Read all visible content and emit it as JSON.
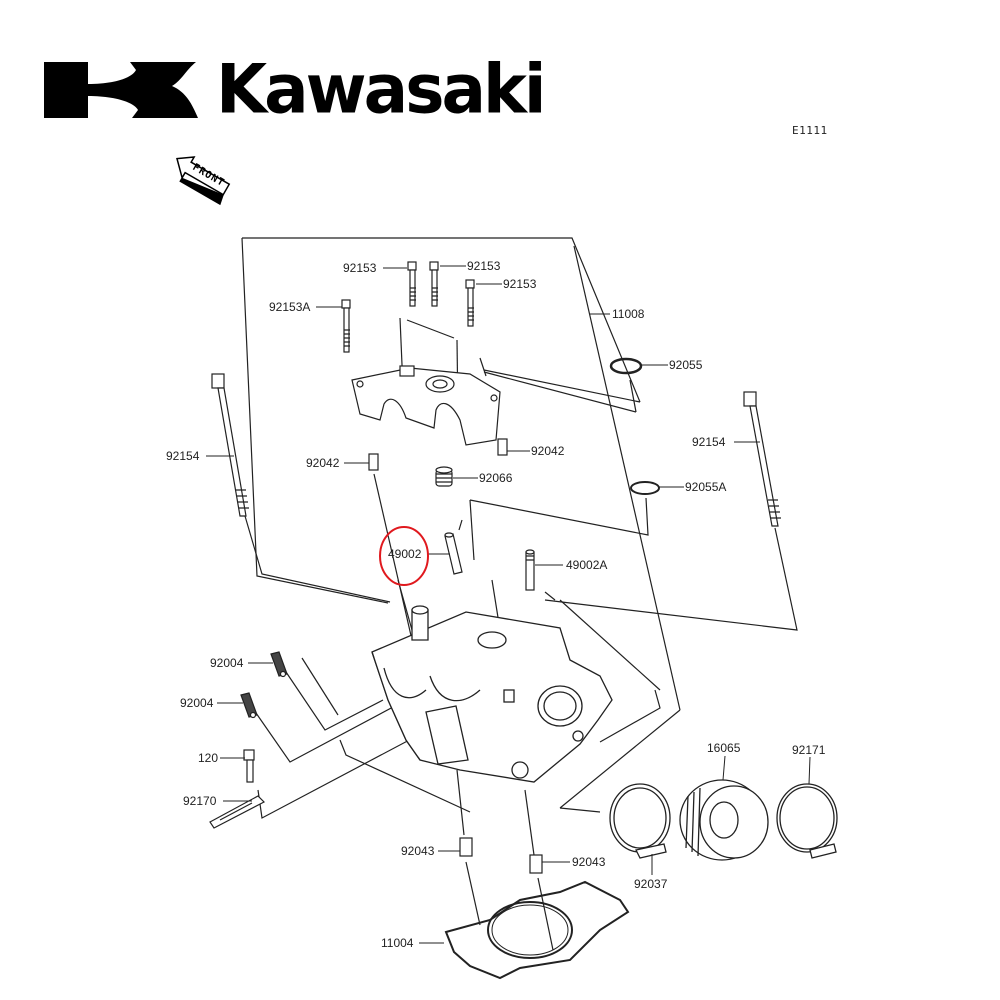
{
  "brand": {
    "name": "Kawasaki"
  },
  "diagram": {
    "code": "E1111",
    "front_indicator": "FRONT",
    "highlight_color": "#e0191e",
    "highlighted_part": "49002",
    "parts": [
      {
        "id": "92153",
        "label": "92153"
      },
      {
        "id": "92153-b",
        "label": "92153"
      },
      {
        "id": "92153-c",
        "label": "92153"
      },
      {
        "id": "92153A",
        "label": "92153A"
      },
      {
        "id": "11008",
        "label": "11008"
      },
      {
        "id": "92055",
        "label": "92055"
      },
      {
        "id": "92154-left",
        "label": "92154"
      },
      {
        "id": "92154-right",
        "label": "92154"
      },
      {
        "id": "92042-left",
        "label": "92042"
      },
      {
        "id": "92042-right",
        "label": "92042"
      },
      {
        "id": "92066",
        "label": "92066"
      },
      {
        "id": "92055A",
        "label": "92055A"
      },
      {
        "id": "49002",
        "label": "49002"
      },
      {
        "id": "49002A",
        "label": "49002A"
      },
      {
        "id": "92004-a",
        "label": "92004"
      },
      {
        "id": "92004-b",
        "label": "92004"
      },
      {
        "id": "120",
        "label": "120"
      },
      {
        "id": "92170",
        "label": "92170"
      },
      {
        "id": "16065",
        "label": "16065"
      },
      {
        "id": "92171",
        "label": "92171"
      },
      {
        "id": "92043-left",
        "label": "92043"
      },
      {
        "id": "92043-right",
        "label": "92043"
      },
      {
        "id": "92037",
        "label": "92037"
      },
      {
        "id": "11004",
        "label": "11004"
      }
    ]
  }
}
